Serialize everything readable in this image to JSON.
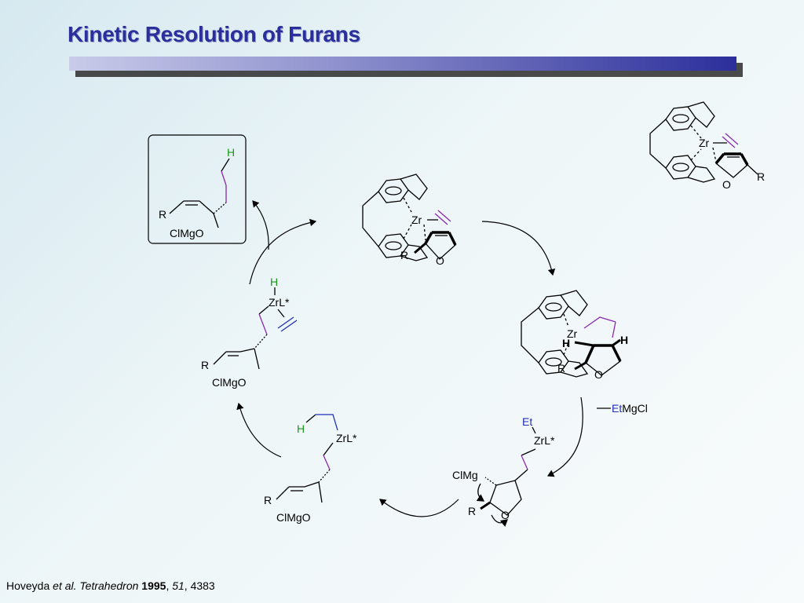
{
  "slide": {
    "title": "Kinetic Resolution of Furans"
  },
  "citation": {
    "authors": "Hoveyda",
    "etal": "et al.",
    "journal": "Tetrahedron",
    "year": "1995",
    "volume": "51",
    "page": "4383"
  },
  "labels": {
    "zr": "Zr",
    "r": "R",
    "o": "O",
    "h": "H",
    "clmgo": "ClMgO",
    "clmg": "ClMg",
    "zrl": "ZrL*",
    "et": "Et",
    "reagent_et": "Et",
    "reagent_rest": "MgCl"
  },
  "colors": {
    "title": "#2b2f9c",
    "hydrogen": "#1a9a1a",
    "alkyl_purple": "#8a2bb0",
    "ethylene_blue": "#1f2fb5",
    "ink": "#000000"
  }
}
